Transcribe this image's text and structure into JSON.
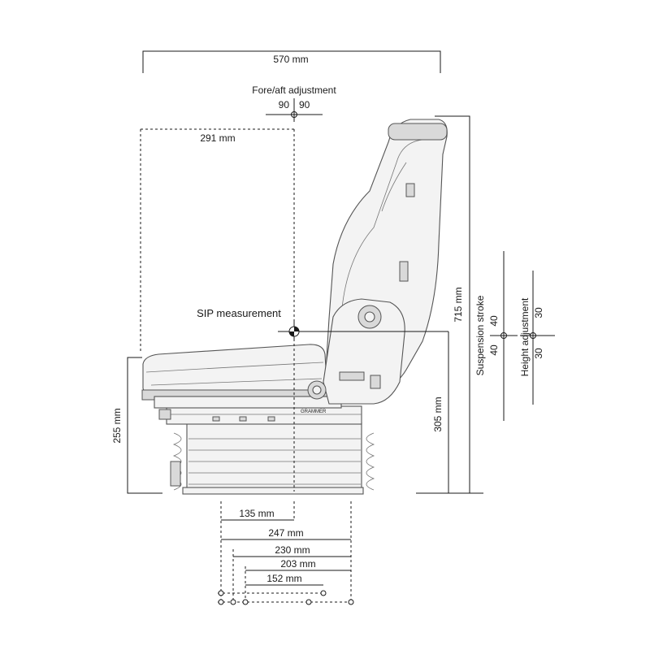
{
  "drawing": {
    "colors": {
      "line": "#1a1a1a",
      "seat_outline": "#555555",
      "seat_fill": "#f3f3f3",
      "background": "#ffffff"
    },
    "overall_width": "570 mm",
    "fore_aft": {
      "title": "Fore/aft adjustment",
      "left": "90",
      "right": "90"
    },
    "sip_to_front": "291 mm",
    "sip_label": "SIP measurement",
    "backrest_height": "715 mm",
    "sip_height": "305  mm",
    "base_height": "255 mm",
    "suspension": {
      "title": "Suspension stroke",
      "up": "40",
      "down": "40"
    },
    "height_adj": {
      "title": "Height adjustment",
      "up": "30",
      "down": "30"
    },
    "base_dims": {
      "d135": "135 mm",
      "d247": "247 mm",
      "d230": "230 mm",
      "d203": "203 mm",
      "d152": "152 mm"
    },
    "brand": "GRAMMER"
  }
}
